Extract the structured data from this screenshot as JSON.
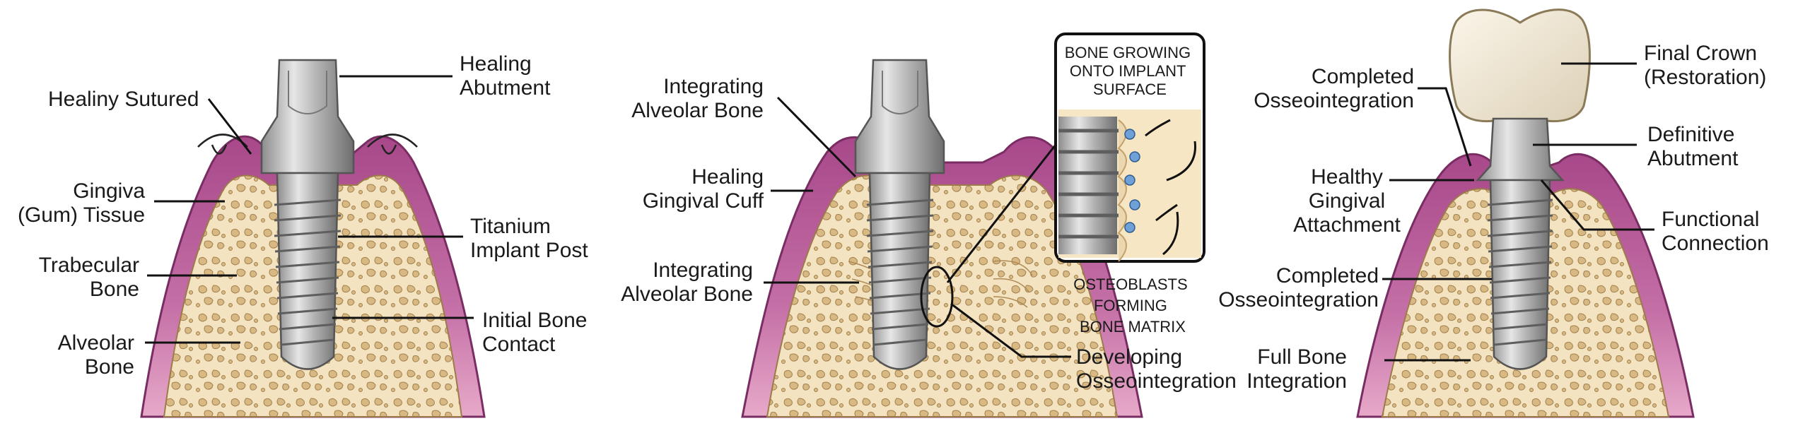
{
  "colors": {
    "background": "#ffffff",
    "gingiva": "#b25d95",
    "gingiva_light": "#d98fbf",
    "bone": "#f3e3c0",
    "bone_pore": "#d9bd8c",
    "bone_outline": "#9c7a4a",
    "titanium": "#bcbcbc",
    "titanium_dark": "#7a7a7a",
    "crown": "#f2ead8",
    "leader": "#111111"
  },
  "panels": [
    {
      "id": "stage-1",
      "labels": {
        "suture": "Healiny Sutured",
        "healing_abutment": [
          "Healing",
          "Abutment"
        ],
        "gingiva": [
          "Gingiva",
          "(Gum) Tissue"
        ],
        "titanium_post": [
          "Titanium",
          "Implant Post"
        ],
        "trabecular": [
          "Trabecular",
          "Bone"
        ],
        "initial_contact": [
          "Initial Bone",
          "Contact"
        ],
        "alveolar": [
          "Alveolar",
          "Bone"
        ]
      }
    },
    {
      "id": "stage-2",
      "labels": {
        "integrating_top": [
          "Integrating",
          "Alveolar Bone"
        ],
        "gingival_cuff": [
          "Healing",
          "Gingival Cuff"
        ],
        "integrating_mid": [
          "Integrating",
          "Alveolar Bone"
        ],
        "developing": [
          "Developing",
          "Osseointegration"
        ]
      },
      "inset": {
        "title": [
          "BONE GROWING",
          "ONTO IMPLANT",
          "SURFACE"
        ],
        "caption": [
          "OSTEOBLASTS",
          "FORMING",
          "BONE MATRIX"
        ]
      }
    },
    {
      "id": "stage-3",
      "labels": {
        "completed_top": [
          "Completed",
          "Osseointegration"
        ],
        "final_crown": [
          "Final Crown",
          "(Restoration)"
        ],
        "definitive_abutment": [
          "Definitive",
          "Abutment"
        ],
        "gingival_attachment": [
          "Healthy",
          "Gingival",
          "Attachment"
        ],
        "functional_connection": [
          "Functional",
          "Connection"
        ],
        "completed_mid": [
          "Completed",
          "Osseointegration"
        ],
        "full_bone": [
          "Full Bone",
          "Integration"
        ]
      }
    }
  ]
}
